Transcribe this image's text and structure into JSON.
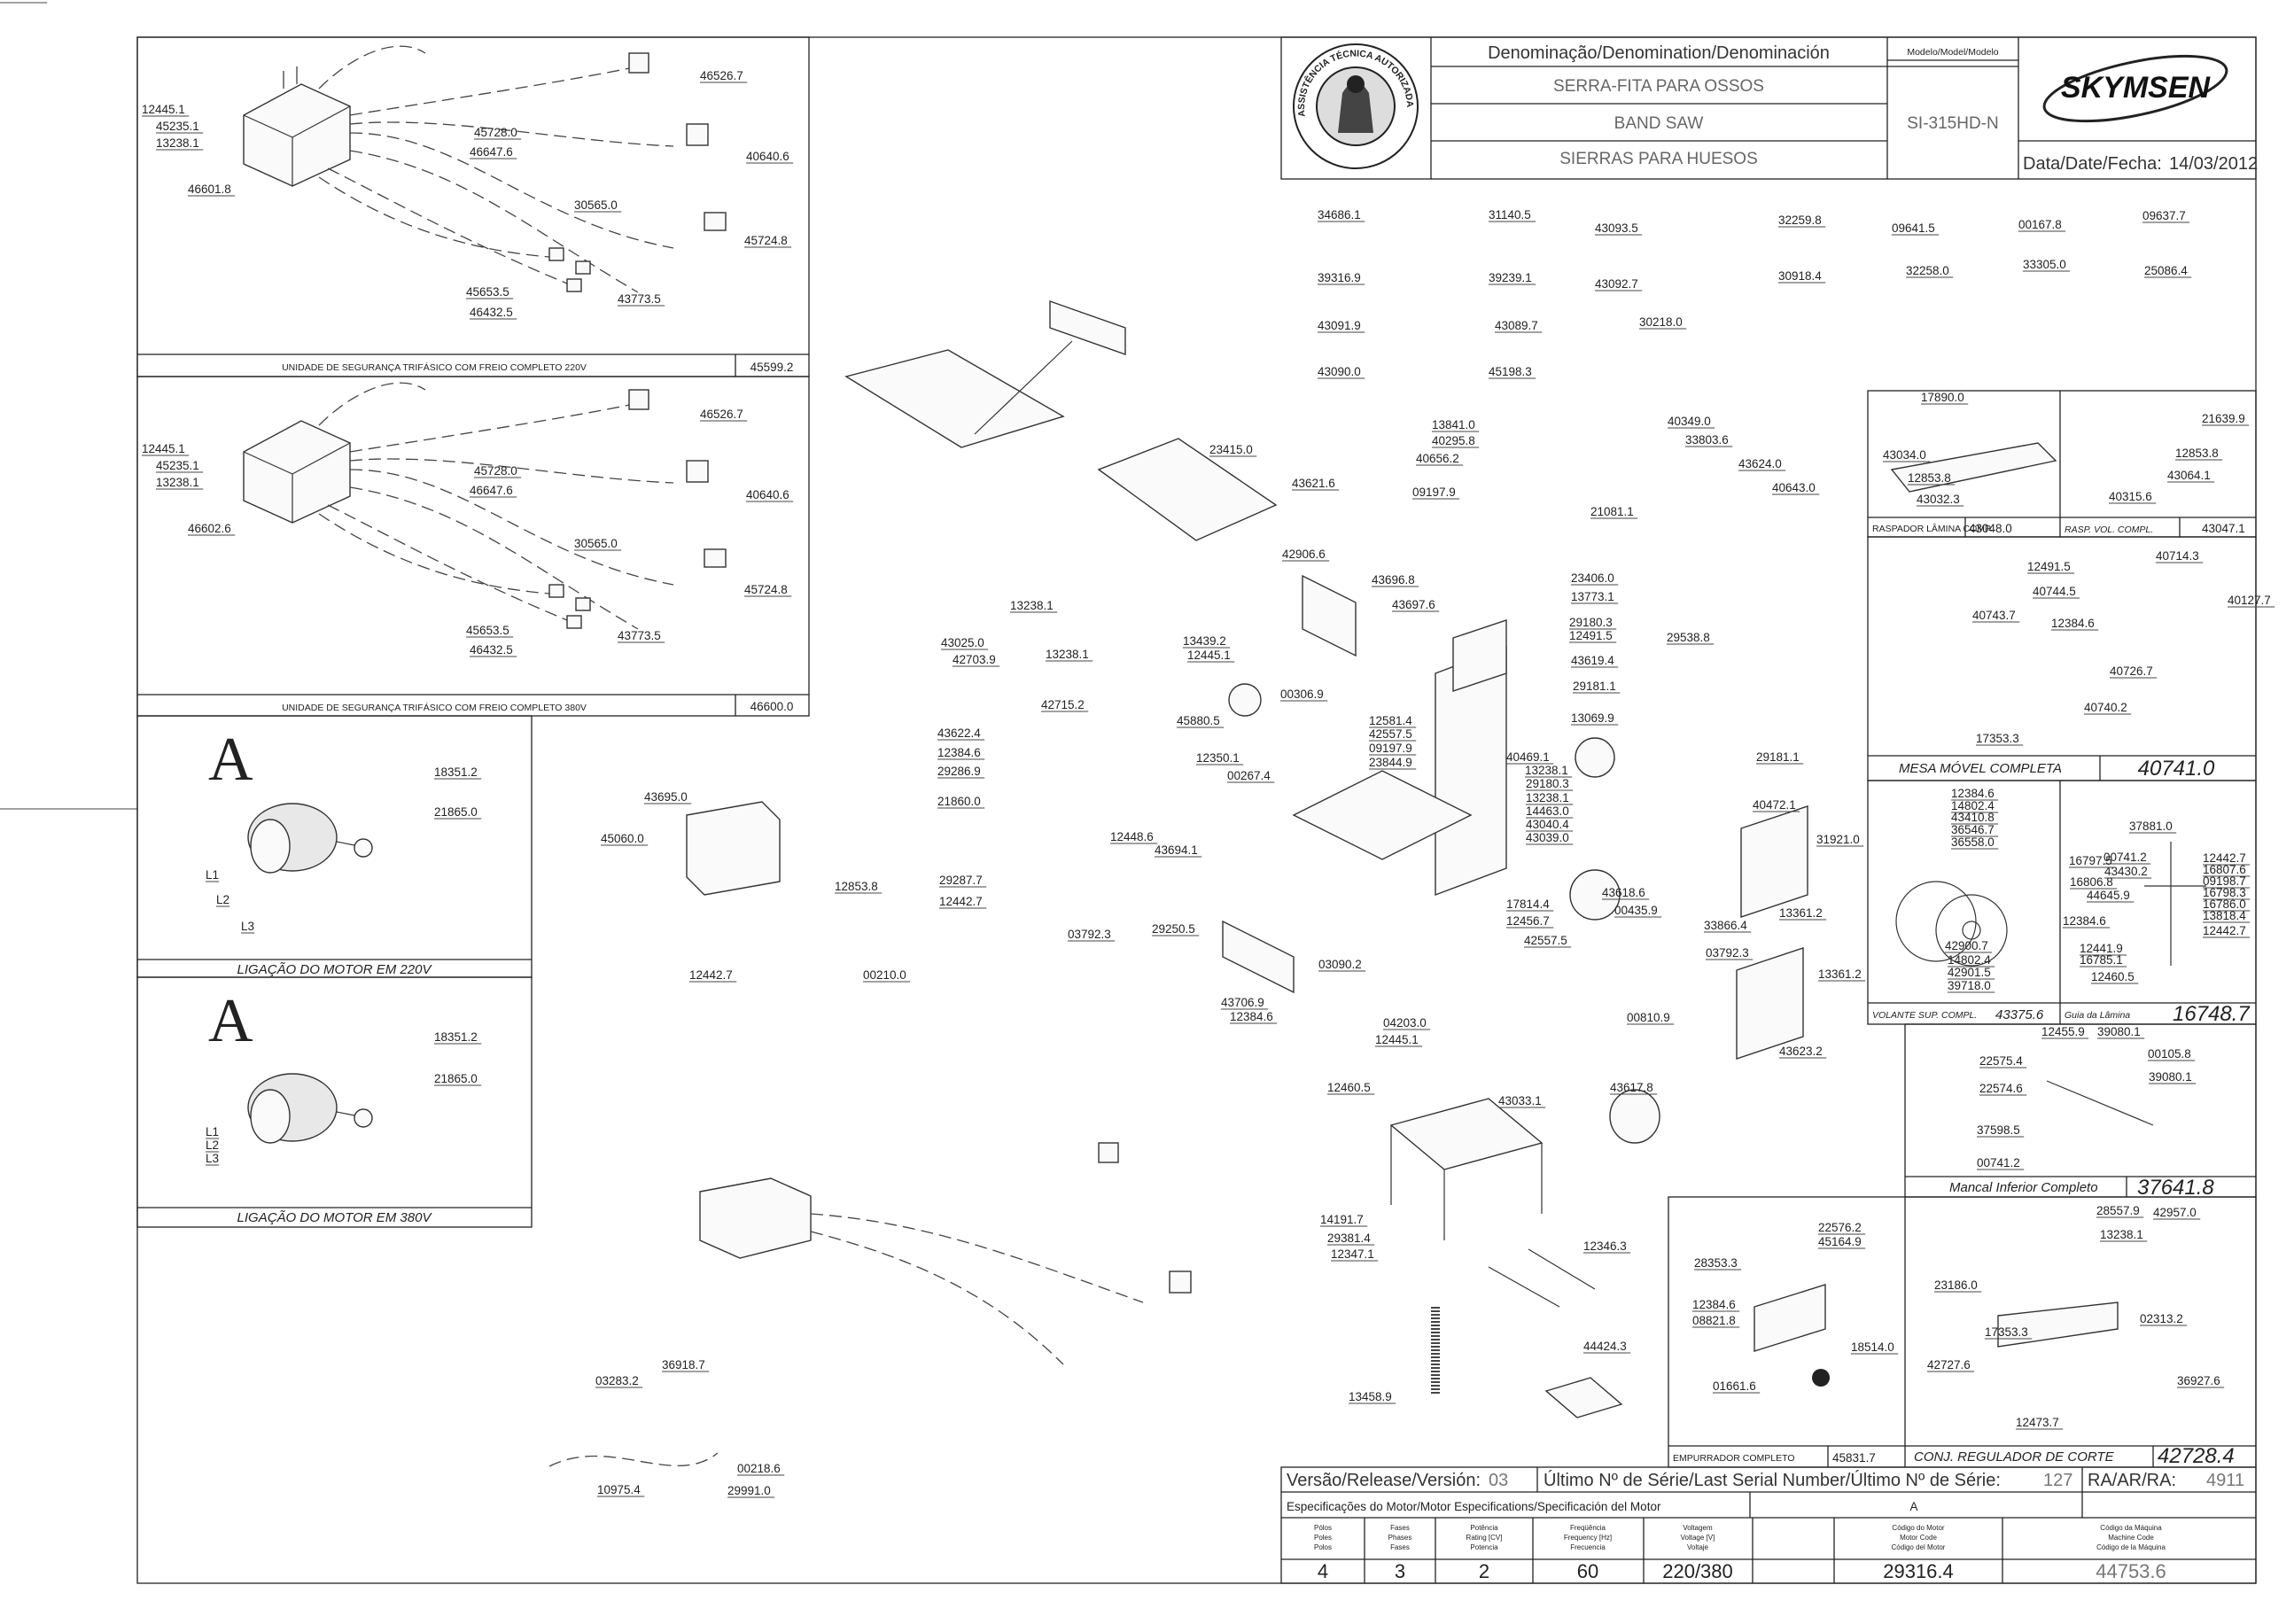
{
  "title_block": {
    "header": "Denominação/Denomination/Denominación",
    "model_header": "Modelo/Model/Modelo",
    "name_pt": "SERRA-FITA PARA OSSOS",
    "name_en": "BAND SAW",
    "name_es": "SIERRAS PARA HUESOS",
    "model": "SI-315HD-N",
    "brand": "SKYMSEN",
    "date_label": "Data/Date/Fecha:",
    "date": "14/03/2012",
    "seal_text": "ASSISTÊNCIA TÉCNICA AUTORIZADA"
  },
  "bottom_block": {
    "version_label": "Versão/Release/Versión:",
    "version": "03",
    "serial_label": "Último Nº de Série/Last Serial Number/Último Nº de Série:",
    "serial": "127",
    "ra_label": "RA/AR/RA:",
    "ra": "4911",
    "spec_label": "Especificações do Motor/Motor Especifications/Specificación del Motor",
    "spec_group": "A",
    "headers": [
      [
        "Pólos",
        "Poles",
        "Polos"
      ],
      [
        "Fases",
        "Phases",
        "Fases"
      ],
      [
        "Potência",
        "Rating [CV]",
        "Potencia"
      ],
      [
        "Freqüência",
        "Frequency [Hz]",
        "Frecuencia"
      ],
      [
        "Voltagem",
        "Voltage [V]",
        "Voltaje"
      ],
      [
        "Código do Motor",
        "Motor Code",
        "Código del Motor"
      ],
      [
        "Código da Máquina",
        "Machine Code",
        "Código de la Máquina"
      ]
    ],
    "values": [
      "4",
      "3",
      "2",
      "60",
      "220/380",
      "29316.4",
      "44753.6"
    ]
  },
  "captions": {
    "unit_220": "UNIDADE DE SEGURANÇA TRIFÁSICO COM FREIO COMPLETO 220V",
    "unit_220_code": "45599.2",
    "unit_380": "UNIDADE DE SEGURANÇA TRIFÁSICO COM FREIO COMPLETO 380V",
    "unit_380_code": "46600.0",
    "motor_220": "LIGAÇÃO DO MOTOR EM 220V",
    "motor_380": "LIGAÇÃO DO MOTOR EM 380V",
    "raspador": "RASPADOR LÂMINA COMP.",
    "raspador_code": "43048.0",
    "rasp_vol": "RASP. VOL. COMPL.",
    "rasp_vol_code": "43047.1",
    "mesa": "MESA MÓVEL COMPLETA",
    "mesa_code": "40741.0",
    "volante": "VOLANTE SUP. COMPL.",
    "volante_code": "43375.6",
    "guia": "Guia da Lâmina",
    "guia_code": "16748.7",
    "mancal": "Mancal Inferior Completo",
    "mancal_code": "37641.8",
    "empurrador": "EMPURRADOR COMPLETO",
    "empurrador_code": "45831.7",
    "conj": "CONJ. REGULADOR DE CORTE",
    "conj_code": "42728.4"
  },
  "motor_letter": "A",
  "labels": [
    "12445.1",
    "45235.1",
    "13238.1",
    "46601.8",
    "46526.7",
    "40640.6",
    "45724.8",
    "45728.0",
    "46647.6",
    "30565.0",
    "45653.5",
    "46432.5",
    "43773.5",
    "12445.1",
    "45235.1",
    "13238.1",
    "46602.6",
    "46526.7",
    "40640.6",
    "45724.8",
    "45728.0",
    "46647.6",
    "30565.0",
    "45653.5",
    "46432.5",
    "43773.5",
    "18351.2",
    "21865.0",
    "L1",
    "L2",
    "L3",
    "18351.2",
    "21865.0",
    "L1",
    "L2",
    "L3",
    "34686.1",
    "31140.5",
    "43093.5",
    "32259.8",
    "09641.5",
    "00167.8",
    "09637.7",
    "39316.9",
    "39239.1",
    "43092.7",
    "30918.4",
    "32258.0",
    "33305.0",
    "25086.4",
    "43091.9",
    "43089.7",
    "30218.0",
    "43090.0",
    "45198.3",
    "23415.0",
    "43621.6",
    "13841.0",
    "40295.8",
    "40656.2",
    "09197.9",
    "40349.0",
    "33803.6",
    "43624.0",
    "40643.0",
    "21081.1",
    "42906.6",
    "43696.8",
    "43697.6",
    "23406.0",
    "13773.1",
    "29180.3",
    "12491.5",
    "43619.4",
    "29181.1",
    "13069.9",
    "29538.8",
    "13238.1",
    "43025.0",
    "42703.9",
    "13238.1",
    "42715.2",
    "13439.2",
    "12445.1",
    "00306.9",
    "45880.5",
    "12350.1",
    "00267.4",
    "12581.4",
    "42557.5",
    "09197.9",
    "23844.9",
    "40469.1",
    "13238.1",
    "29180.3",
    "13238.1",
    "14463.0",
    "43040.4",
    "43039.0",
    "29181.1",
    "40472.1",
    "31921.0",
    "43622.4",
    "12384.6",
    "29286.9",
    "21860.0",
    "29287.7",
    "12442.7",
    "12448.6",
    "43694.1",
    "43695.0",
    "45060.0",
    "12853.8",
    "17814.4",
    "12456.7",
    "42557.5",
    "43618.6",
    "00435.9",
    "33866.4",
    "13361.2",
    "03792.3",
    "13361.2",
    "43623.2",
    "03792.3",
    "29250.5",
    "03090.2",
    "43706.9",
    "12384.6",
    "12442.7",
    "00210.0",
    "04203.0",
    "12445.1",
    "12460.5",
    "43033.1",
    "43617.8",
    "00810.9",
    "14191.7",
    "29381.4",
    "12347.1",
    "12346.3",
    "44424.3",
    "13458.9",
    "36918.7",
    "03283.2",
    "00218.6",
    "10975.4",
    "29991.0",
    "17890.0",
    "43034.0",
    "12853.8",
    "43032.3",
    "21639.9",
    "12853.8",
    "43064.1",
    "40315.6",
    "12491.5",
    "40714.3",
    "40744.5",
    "40127.7",
    "12384.6",
    "40743.7",
    "40726.7",
    "40740.2",
    "17353.3",
    "12384.6",
    "14802.4",
    "43410.8",
    "36546.7",
    "36558.0",
    "00741.2",
    "43430.2",
    "44645.9",
    "42900.7",
    "14802.4",
    "42901.5",
    "39718.0",
    "37881.0",
    "16797.5",
    "16806.8",
    "12384.6",
    "12442.7",
    "16807.6",
    "09198.7",
    "16798.3",
    "16786.0",
    "13818.4",
    "12442.7",
    "12441.9",
    "16785.1",
    "12460.5",
    "12455.9",
    "39080.1",
    "00105.8",
    "22575.4",
    "39080.1",
    "22574.6",
    "37598.5",
    "00741.2",
    "22576.2",
    "45164.9",
    "28353.3",
    "12384.6",
    "08821.8",
    "18514.0",
    "01661.6",
    "28557.9",
    "42957.0",
    "13238.1",
    "23186.0",
    "02313.2",
    "17353.3",
    "42727.6",
    "36927.6",
    "12473.7",
    "13238.1"
  ]
}
